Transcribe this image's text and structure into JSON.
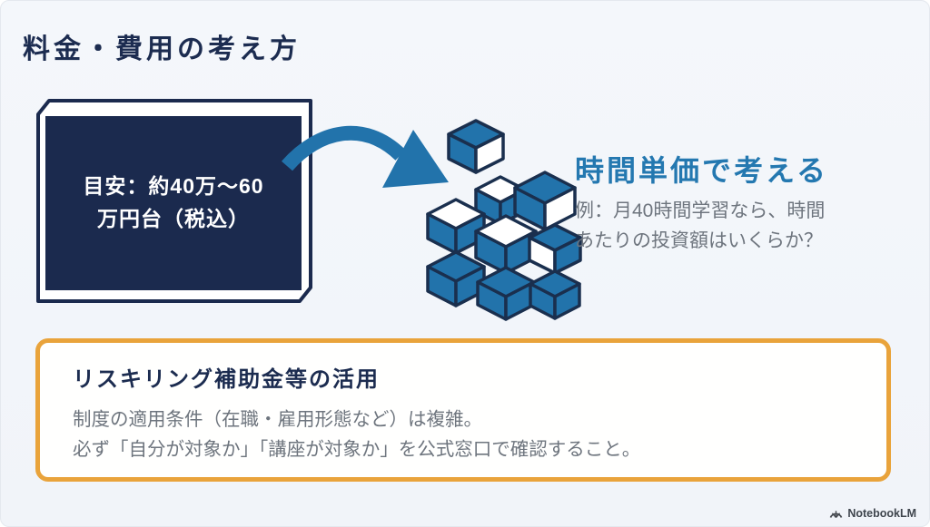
{
  "slide": {
    "title": "料金・費用の考え方",
    "price_box": {
      "text": "目安：約40万〜60\n万円台（税込）"
    },
    "right_panel": {
      "heading": "時間単価で考える",
      "body": "例：月40時間学習なら、時間\nあたりの投資額はいくらか？"
    },
    "note_box": {
      "title": "リスキリング補助金等の活用",
      "body": "制度の適用条件（在職・雇用形態など）は複雑。\n必ず「自分が対象か」「講座が対象か」を公式窓口で確認すること。"
    },
    "footer": {
      "brand": "NotebookLM"
    },
    "icons": {
      "arrow": "curved-arrow-icon",
      "cubes": "cubes-illustration",
      "logo": "notebooklm-logo-icon"
    },
    "colors": {
      "navy": "#1b2a4e",
      "blue": "#2273ab",
      "heading_blue": "#2478b0",
      "orange": "#e9a33b",
      "gray_text": "#6e757e",
      "background": "#f3f6fa"
    }
  }
}
